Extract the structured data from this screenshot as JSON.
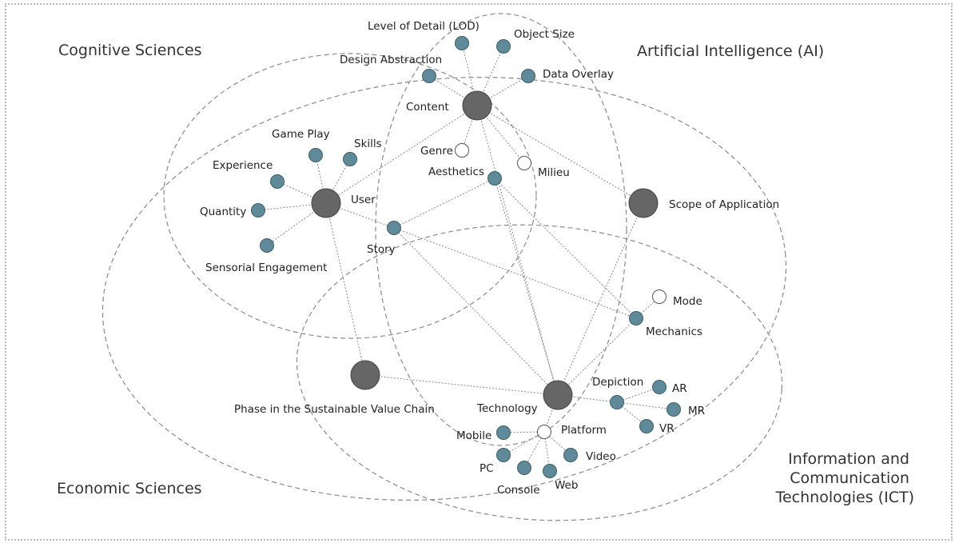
{
  "regions": {
    "cognitive": "Cognitive Sciences",
    "ai": "Artificial Intelligence (AI)",
    "economic": "Economic Sciences",
    "ict_line1": "Information and",
    "ict_line2": "Communication",
    "ict_line3": "Technologies (ICT)"
  },
  "nodes": {
    "content": "Content",
    "user": "User",
    "scope": "Scope of Application",
    "phase": "Phase in the Sustainable Value Chain",
    "technology": "Technology",
    "lod": "Level of Detail (LOD)",
    "object_size": "Object Size",
    "design_abstraction": "Design Abstraction",
    "data_overlay": "Data Overlay",
    "genre": "Genre",
    "milieu": "Milieu",
    "aesthetics": "Aesthetics",
    "game_play": "Game Play",
    "skills": "Skills",
    "experience": "Experience",
    "quantity": "Quantity",
    "sensorial": "Sensorial Engagement",
    "story": "Story",
    "mode": "Mode",
    "mechanics": "Mechanics",
    "depiction": "Depiction",
    "ar": "AR",
    "mr": "MR",
    "vr": "VR",
    "platform": "Platform",
    "mobile": "Mobile",
    "pc": "PC",
    "console": "Console",
    "web": "Web",
    "video": "Video"
  },
  "colors": {
    "major_node": "#666666",
    "minor_node": "#5e8a9a",
    "hollow_node": "#ffffff",
    "edge": "#8a8a8a"
  }
}
